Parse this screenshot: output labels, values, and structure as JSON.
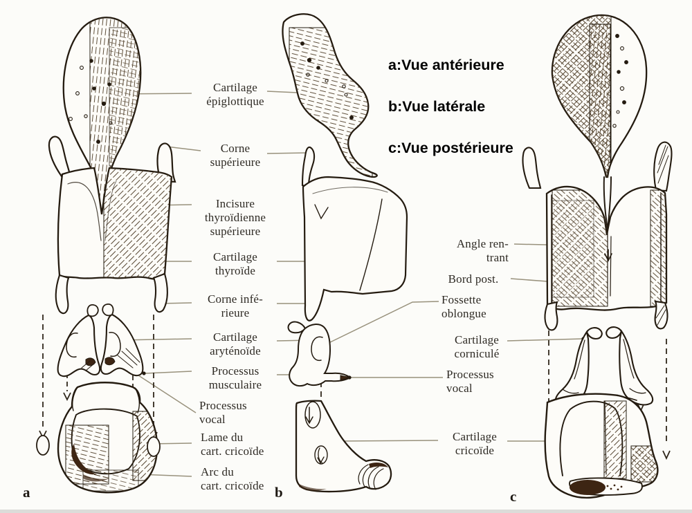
{
  "colors": {
    "ink": "#241b10",
    "dark_fill": "#3d2513",
    "leader_line": "#98917c",
    "label_text": "#2e2a24",
    "background": "#fcfcf9"
  },
  "legend": {
    "items": [
      {
        "label": "a:Vue antérieure"
      },
      {
        "label": "b:Vue latérale"
      },
      {
        "label": "c:Vue postérieure"
      }
    ]
  },
  "figure_letters": {
    "a": "a",
    "b": "b",
    "c": "c"
  },
  "labels": {
    "left": [
      {
        "id": "cartilage-epiglottique",
        "text": "Cartilage\népiglottique"
      },
      {
        "id": "corne-superieure",
        "text": "Corne\nsupérieure"
      },
      {
        "id": "incisure-thyroidienne-superieure",
        "text": "Incisure\nthyroïdienne\nsupérieure"
      },
      {
        "id": "cartilage-thyroide",
        "text": "Cartilage\nthyroïde"
      },
      {
        "id": "corne-inferieure",
        "text": "Corne infé-\nrieure"
      },
      {
        "id": "cartilage-arytenoide",
        "text": "Cartilage\naryténoïde"
      },
      {
        "id": "processus-musculaire",
        "text": "Processus\nmusculaire"
      },
      {
        "id": "processus-vocal",
        "text": "Processus\nvocal"
      },
      {
        "id": "lame-du-cart-cricoide",
        "text": "Lame du\ncart. cricoïde"
      },
      {
        "id": "arc-du-cart-cricoide",
        "text": "Arc du\ncart. cricoïde"
      }
    ],
    "right": [
      {
        "id": "angle-rentrant",
        "text": "Angle ren-\ntrant"
      },
      {
        "id": "bord-post",
        "text": "Bord post."
      },
      {
        "id": "fossette-oblongue",
        "text": "Fossette\noblongue"
      },
      {
        "id": "cartilage-cornicule",
        "text": "Cartilage\ncorniculé"
      },
      {
        "id": "processus-vocal-posterieur",
        "text": "Processus\nvocal"
      },
      {
        "id": "cartilage-cricoide",
        "text": "Cartilage\ncricoïde"
      }
    ]
  }
}
